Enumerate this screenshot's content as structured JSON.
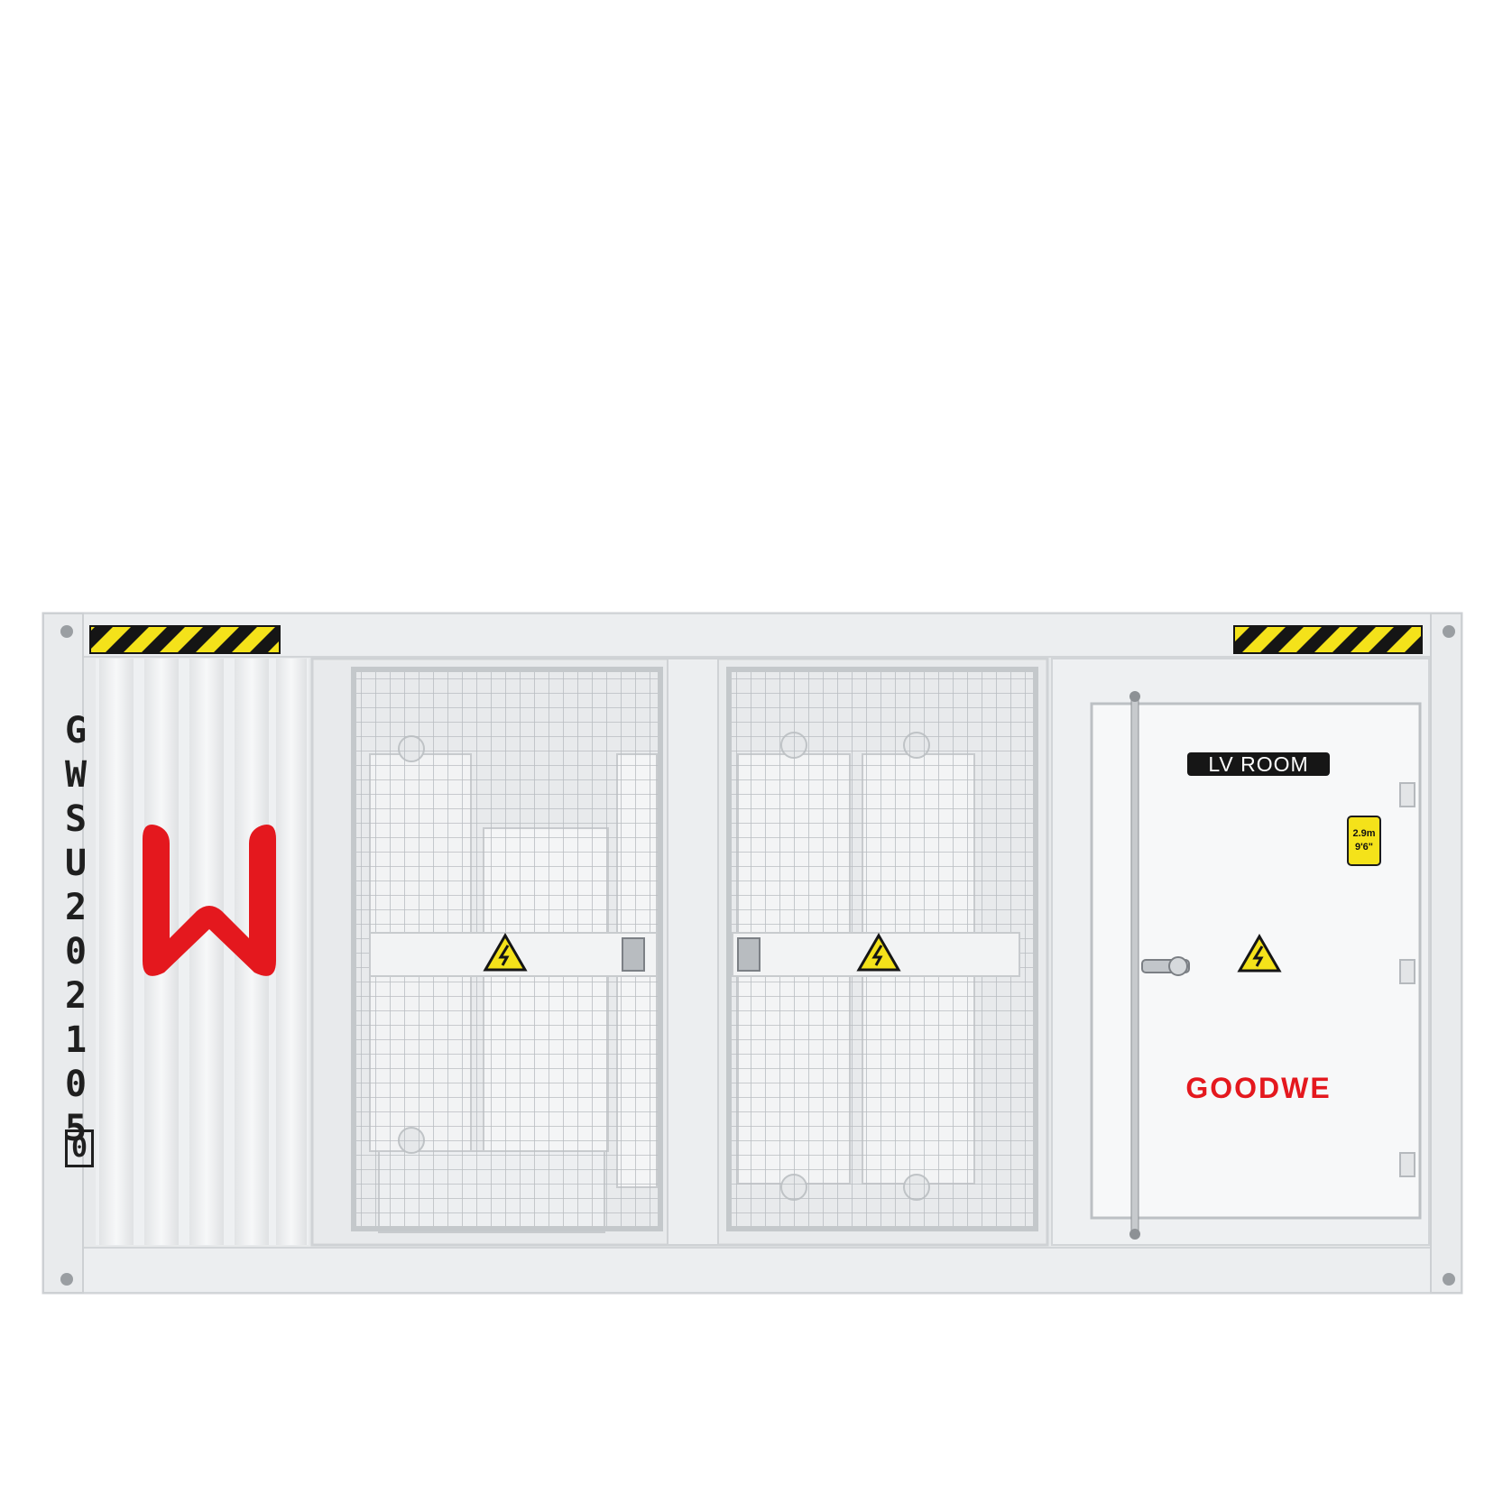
{
  "container": {
    "code_characters": [
      "G",
      "W",
      "S",
      "U",
      "2",
      "0",
      "2",
      "1",
      "0",
      "5"
    ],
    "check_digit": "0",
    "lv_room_label": "LV ROOM",
    "height_badge": {
      "line1": "2.9m",
      "line2": "9'6\""
    },
    "brand_wordmark": "GOODWE",
    "colors": {
      "body": "#f1f2f3",
      "frame": "#e3e5e7",
      "logo_red": "#e4181e",
      "hazard_yellow": "#f4e21a",
      "hazard_black": "#151515"
    },
    "icons": {
      "logo": "goodwe-w-logo-icon",
      "warning": "electrical-hazard-icon",
      "handle": "door-handle-icon"
    }
  }
}
